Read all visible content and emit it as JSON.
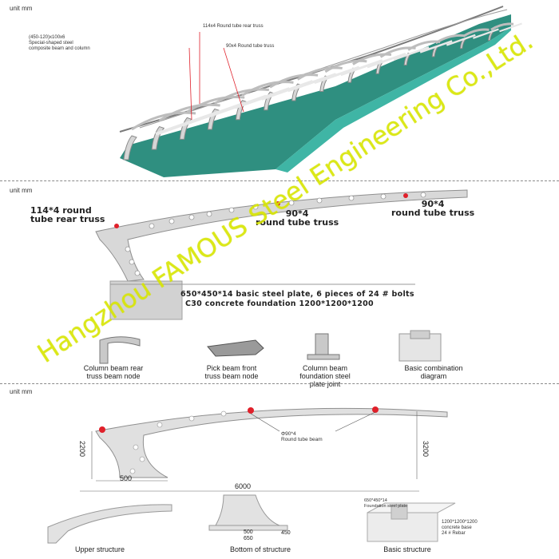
{
  "section1": {
    "unit": "unit mm",
    "label_beam": [
      "(450-120)x100x6",
      "Special-shaped steel",
      "composite beam and column"
    ],
    "label_rear_truss": "114x4 Round tube rear truss",
    "label_round_truss": "90x4 Round tube truss"
  },
  "section2": {
    "unit": "unit mm",
    "label_rear_truss": [
      "114*4  round",
      "tube rear truss"
    ],
    "label_mid_truss": [
      "90*4",
      "round tube truss"
    ],
    "label_right_truss": [
      "90*4",
      "round tube truss"
    ],
    "label_plate": "650*450*14 basic steel plate, 6 pieces of 24 # bolts",
    "label_foundation": "C30 concrete foundation  1200*1200*1200",
    "details": [
      {
        "caption": [
          "Column beam rear",
          "truss beam node"
        ]
      },
      {
        "caption": [
          "Pick beam front",
          "truss beam node"
        ]
      },
      {
        "caption": [
          "Column beam",
          "foundation steel",
          "plate joint"
        ]
      },
      {
        "caption": [
          "Basic combination",
          "diagram"
        ]
      }
    ]
  },
  "section3": {
    "unit": "unit mm",
    "label_tube": [
      "Φ90*4",
      "Round tube beam"
    ],
    "dim_height_left": "2200",
    "dim_height_right": "3200",
    "dim_base": "500",
    "dim_span": "6000",
    "label_plate": "650*450*14",
    "label_plate2": "Foundation steel plate",
    "label_concrete": [
      "1200*1200*1200",
      "concrete base",
      "24 # Rebar"
    ],
    "dim_bottom_1": "500",
    "dim_bottom_2": "650",
    "dim_bottom_3": "450",
    "captions": [
      "Upper structure",
      "Bottom of structure",
      "Basic structure"
    ]
  },
  "watermark": "Hangzhou FAMOUS Steel Engineering Co.,Ltd.",
  "colors": {
    "roof": "#2f8f80",
    "roof_light": "#3fb5a5",
    "node_red": "#e0202a",
    "watermark": "#d8e600"
  }
}
